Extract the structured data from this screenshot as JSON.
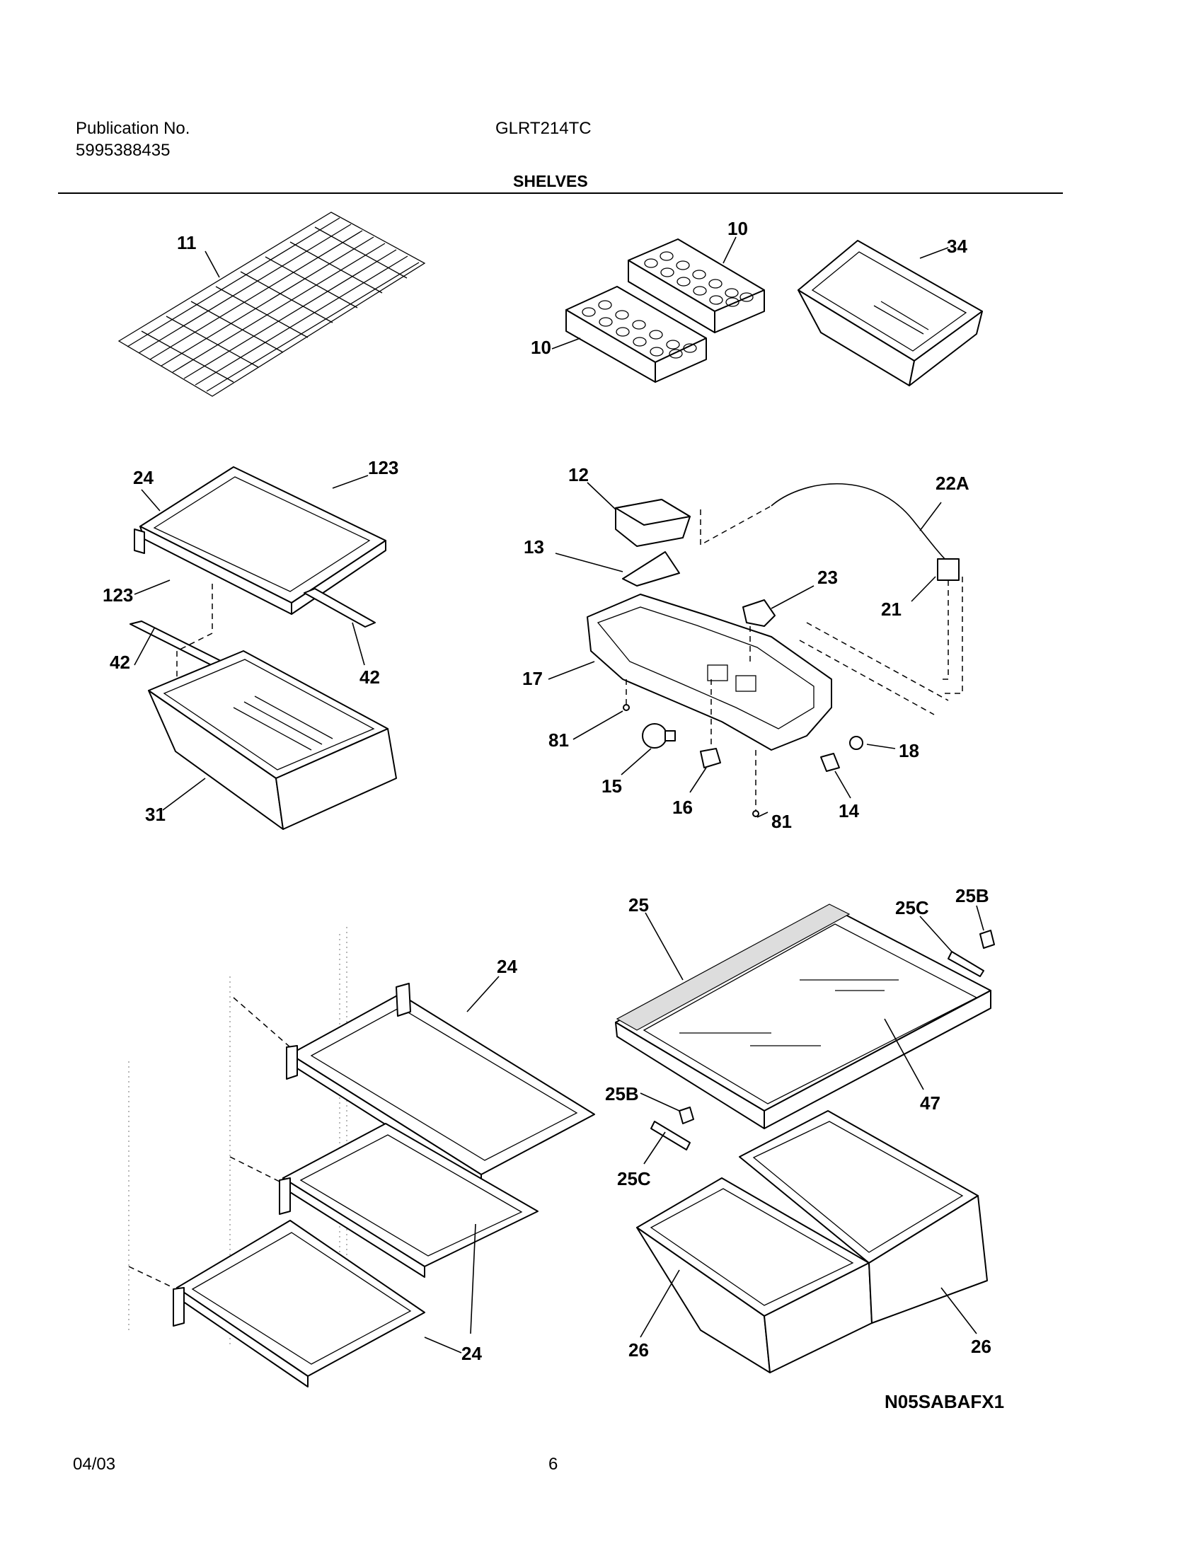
{
  "header": {
    "publication_label": "Publication No.",
    "publication_number": "5995388435",
    "model": "GLRT214TC",
    "section_title": "SHELVES"
  },
  "callouts": {
    "c11": "11",
    "c10a": "10",
    "c10b": "10",
    "c34": "34",
    "c24a": "24",
    "c123a": "123",
    "c123b": "123",
    "c42a": "42",
    "c42b": "42",
    "c31": "31",
    "c12": "12",
    "c22A": "22A",
    "c13": "13",
    "c23": "23",
    "c21": "21",
    "c17": "17",
    "c81a": "81",
    "c18": "18",
    "c15": "15",
    "c16": "16",
    "c81b": "81",
    "c14": "14",
    "c24b": "24",
    "c24c": "24",
    "c25": "25",
    "c25Ba": "25B",
    "c25Ca": "25C",
    "c47": "47",
    "c25Bb": "25B",
    "c25Cb": "25C",
    "c26a": "26",
    "c26b": "26"
  },
  "figure_code": "N05SABAFX1",
  "footer": {
    "date": "04/03",
    "page": "6"
  }
}
